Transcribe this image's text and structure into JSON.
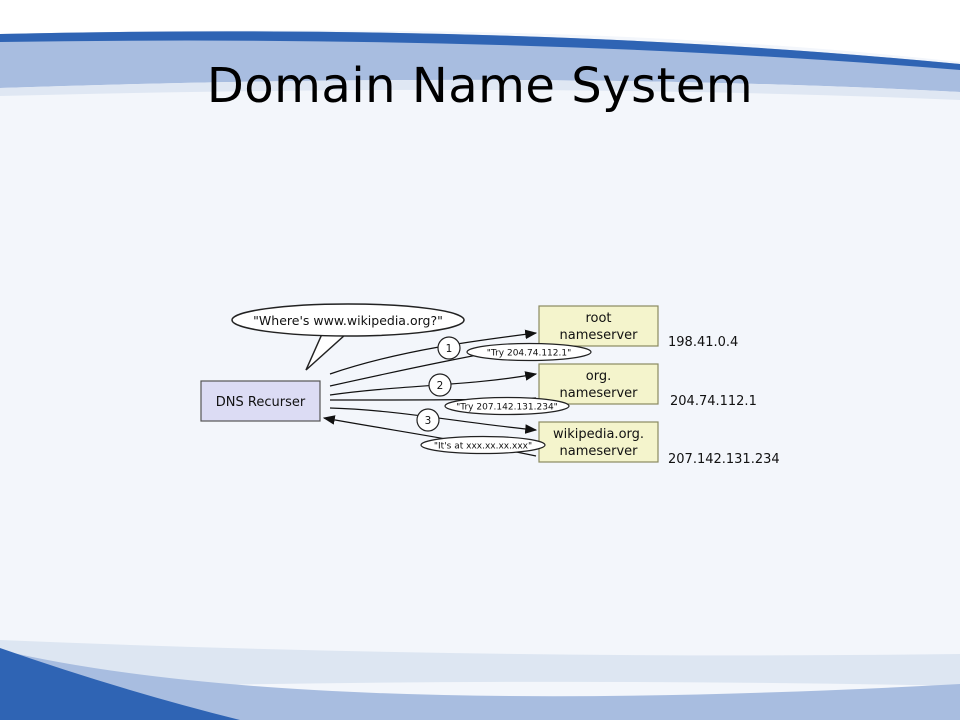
{
  "slide": {
    "title": "Domain Name System"
  },
  "diagram": {
    "query_bubble": "\"Where's www.wikipedia.org?\"",
    "recurser_label": "DNS Recurser",
    "servers": [
      {
        "line1": "root",
        "line2": "nameserver",
        "ip": "198.41.0.4"
      },
      {
        "line1": "org.",
        "line2": "nameserver",
        "ip": "204.74.112.1"
      },
      {
        "line1": "wikipedia.org.",
        "line2": "nameserver",
        "ip": "207.142.131.234"
      }
    ],
    "steps": [
      "1",
      "2",
      "3"
    ],
    "replies": [
      "\"Try 204.74.112.1\"",
      "\"Try 207.142.131.234\"",
      "\"It's at xxx.xx.xx.xxx\""
    ],
    "colors": {
      "recurser_fill": "#dcdcf4",
      "server_fill": "#f4f4cc",
      "server_stroke": "#8a8a60"
    }
  }
}
